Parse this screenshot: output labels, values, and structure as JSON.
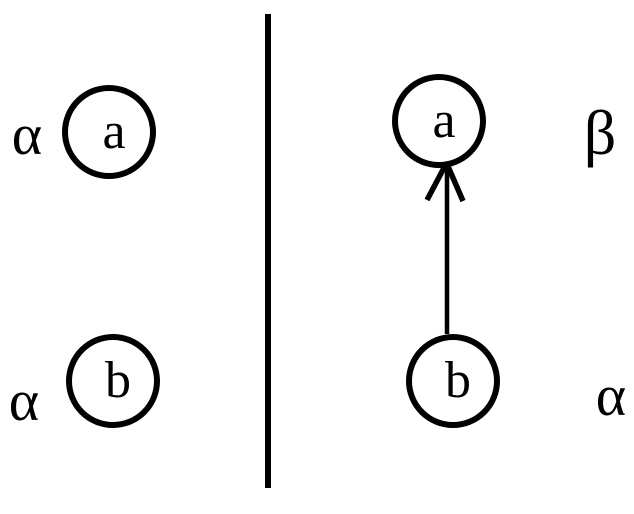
{
  "diagram": {
    "background_color": "#ffffff",
    "stroke_color": "#000000",
    "left_panel": {
      "nodes": [
        {
          "label": "a",
          "annotation": "α",
          "annotation_side": "left"
        },
        {
          "label": "b",
          "annotation": "α",
          "annotation_side": "left"
        }
      ],
      "edges": []
    },
    "divider": {
      "orientation": "vertical"
    },
    "right_panel": {
      "nodes": [
        {
          "label": "a",
          "annotation": "β",
          "annotation_side": "right"
        },
        {
          "label": "b",
          "annotation": "α",
          "annotation_side": "right"
        }
      ],
      "edges": [
        {
          "from": "b",
          "to": "a",
          "direction": "up",
          "arrowhead": "open"
        }
      ]
    }
  }
}
